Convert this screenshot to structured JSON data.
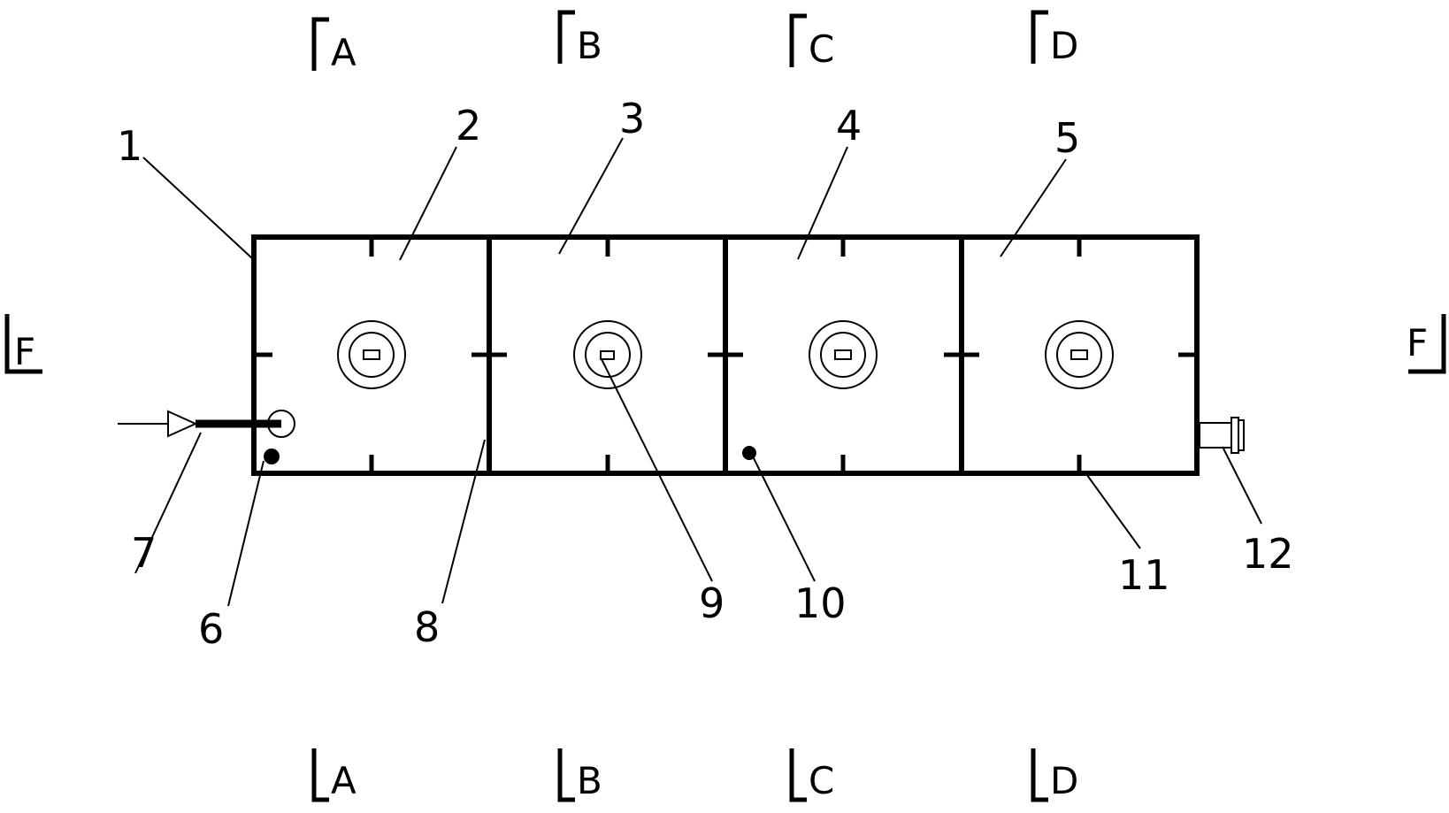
{
  "diagram": {
    "part_labels": [
      "1",
      "2",
      "3",
      "4",
      "5",
      "6",
      "7",
      "8",
      "9",
      "10",
      "11",
      "12"
    ],
    "section_markers": {
      "vertical": [
        "A",
        "B",
        "C",
        "D"
      ],
      "horizontal": [
        "F"
      ]
    },
    "colors": {
      "line": "#000000",
      "background": "#ffffff"
    }
  }
}
